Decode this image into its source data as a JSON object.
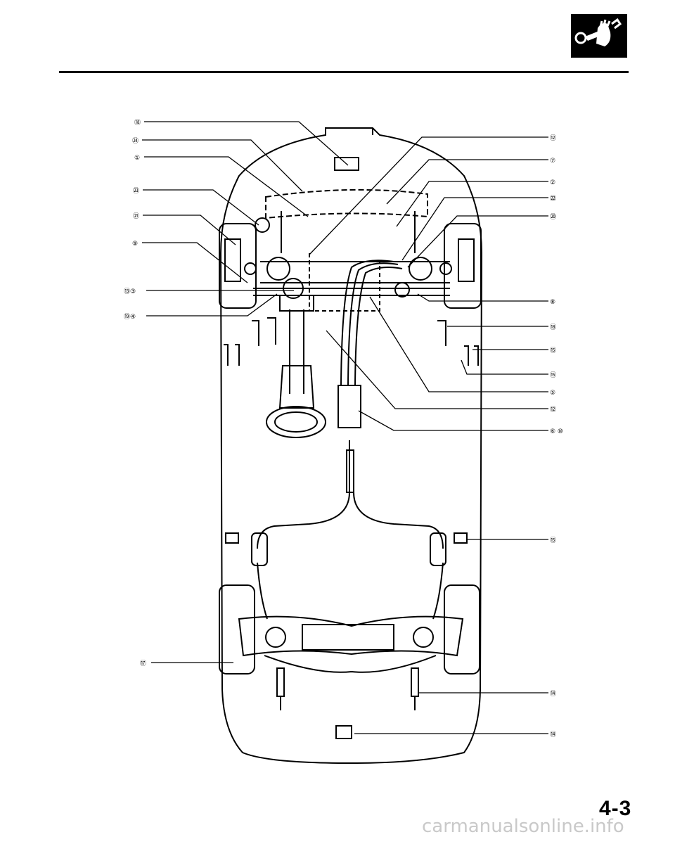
{
  "page": {
    "page_number": "4-3",
    "footer_watermark": "carmanualsonline.info"
  },
  "logo": {
    "icon": "wrench-hand-icon"
  },
  "diagram": {
    "left_callouts": [
      "⑱",
      "㉔",
      "①",
      "㉓",
      "㉑",
      "⑨",
      "⑬③",
      "⑲④",
      "⑰"
    ],
    "right_callouts": [
      "⑫",
      "⑦",
      "②",
      "㉒",
      "⑳",
      "⑧",
      "⑱",
      "⑮",
      "⑮",
      "⑤",
      "⑫",
      "⑥ ⑩",
      "⑮",
      "⑭",
      "⑭"
    ]
  }
}
